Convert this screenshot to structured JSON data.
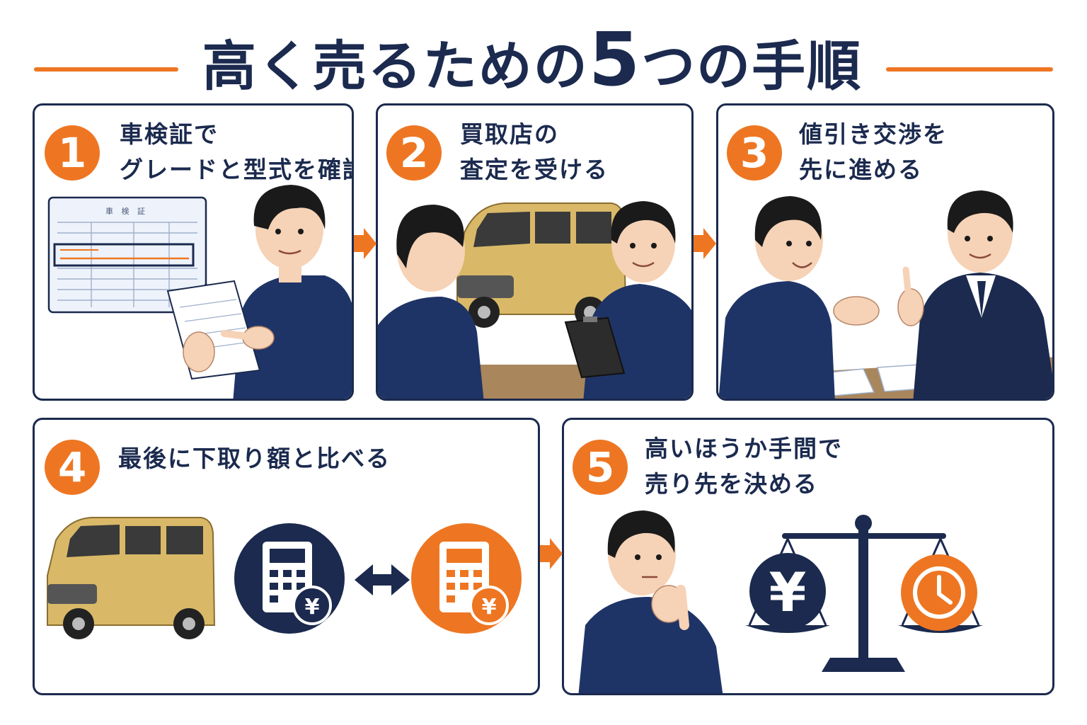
{
  "header": {
    "title_part1": "高く売るための",
    "title_num": "5",
    "title_part2": "つの手順"
  },
  "steps": [
    {
      "number": "1",
      "line1": "車検証で",
      "line2": "グレードと型式を確認"
    },
    {
      "number": "2",
      "line1": "買取店の",
      "line2": "査定を受ける"
    },
    {
      "number": "3",
      "line1": "値引き交渉を",
      "line2": "先に進める"
    },
    {
      "number": "4",
      "line1": "最後に下取り額と比べる",
      "line2": ""
    },
    {
      "number": "5",
      "line1": "高いほうか手間で",
      "line2": "売り先を決める"
    }
  ],
  "document": {
    "heading": "車 検 証"
  },
  "icons": {
    "yen_symbol": "¥",
    "names": [
      "document-icon",
      "car-icon",
      "calculator-yen-icon",
      "double-arrow-icon",
      "balance-scale-icon",
      "yen-coin-icon",
      "clock-icon"
    ]
  },
  "colors": {
    "accent": "#ee7622",
    "navy": "#1b2a4e",
    "car": "#d9b968",
    "table": "#a9865c"
  }
}
